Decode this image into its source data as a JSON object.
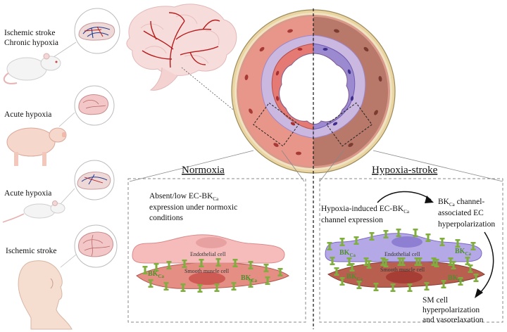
{
  "subjects": [
    {
      "species": "rat",
      "label_lines": [
        "Ischemic stroke",
        "Chronic hypoxia"
      ]
    },
    {
      "species": "pig",
      "label_lines": [
        "Acute hypoxia"
      ]
    },
    {
      "species": "mouse",
      "label_lines": [
        "Acute hypoxia"
      ]
    },
    {
      "species": "human",
      "label_lines": [
        "Ischemic stroke"
      ]
    }
  ],
  "panels": {
    "normoxia": {
      "heading": "Normoxia",
      "note_line1_main": "Absent/low EC-BK",
      "note_line1_sub": "Ca",
      "note_line2": "expression under normoxic",
      "note_line3": "conditions",
      "endothelial_label": "Endothelial cell",
      "smooth_muscle_label": "Smooth muscle cell",
      "bk_main": "BK",
      "bk_sub": "Ca"
    },
    "hypoxia": {
      "heading": "Hypoxia-stroke",
      "induced_line1_main": "Hypoxia-induced EC-BK",
      "induced_line1_sub": "Ca",
      "induced_line2": "channel expression",
      "assoc_line1_main": "BK",
      "assoc_line1_sub": "Ca",
      "assoc_line1_tail": " channel-",
      "assoc_line2": "associated EC",
      "assoc_line3": "hyperpolarization",
      "endothelial_label": "Endothelial cell",
      "smooth_muscle_label": "Smooth muscle cell",
      "bk_main": "BK",
      "bk_sub": "Ca",
      "result_line1": "SM cell",
      "result_line2": "hyperpolarization",
      "result_line3": "and vasorelaxation"
    }
  },
  "colors": {
    "brain": "#f7dcdc",
    "brain_vessel": "#b71c1c",
    "vessel_wall": "#d99a8c",
    "vessel_outer_ring": "#e8d3a0",
    "normoxia_endothelium": "#f2a9a9",
    "hypoxia_endothelium": "#a898d6",
    "smooth_muscle": "#d4756a",
    "bk_channel": "#7fae3f"
  }
}
